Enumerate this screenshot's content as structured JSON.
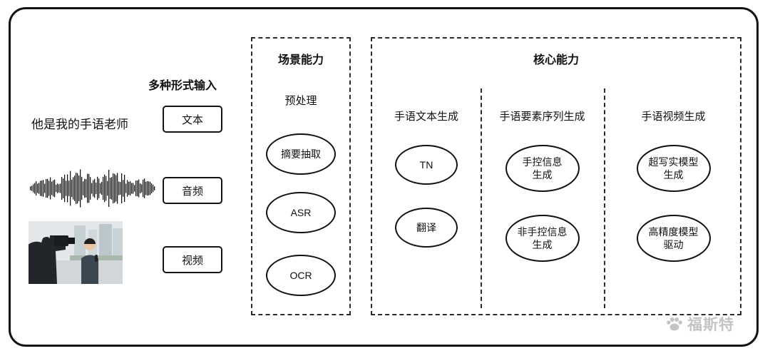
{
  "colors": {
    "frame_border": "#141414",
    "dashed_border": "#2b2b2b",
    "node_border": "#111111",
    "watermark": "#c4c4c4",
    "background": "#ffffff"
  },
  "input_section": {
    "title": "多种形式输入",
    "text_example": "他是我的手语老师",
    "types": [
      "文本",
      "音频",
      "视频"
    ]
  },
  "scene_box": {
    "title": "场景能力",
    "subtitle": "预处理",
    "nodes": [
      "摘要抽取",
      "ASR",
      "OCR"
    ]
  },
  "core_box": {
    "title": "核心能力",
    "columns": [
      {
        "heading": "手语文本生成",
        "nodes": [
          "TN",
          "翻译"
        ]
      },
      {
        "heading": "手语要素序列生成",
        "nodes": [
          "手控信息\n生成",
          "非手控信息\n生成"
        ]
      },
      {
        "heading": "手语视频生成",
        "nodes": [
          "超写实模型\n生成",
          "高精度模型\n驱动"
        ]
      }
    ]
  },
  "watermark": {
    "text": "福斯特",
    "icon": "paw-icon"
  }
}
